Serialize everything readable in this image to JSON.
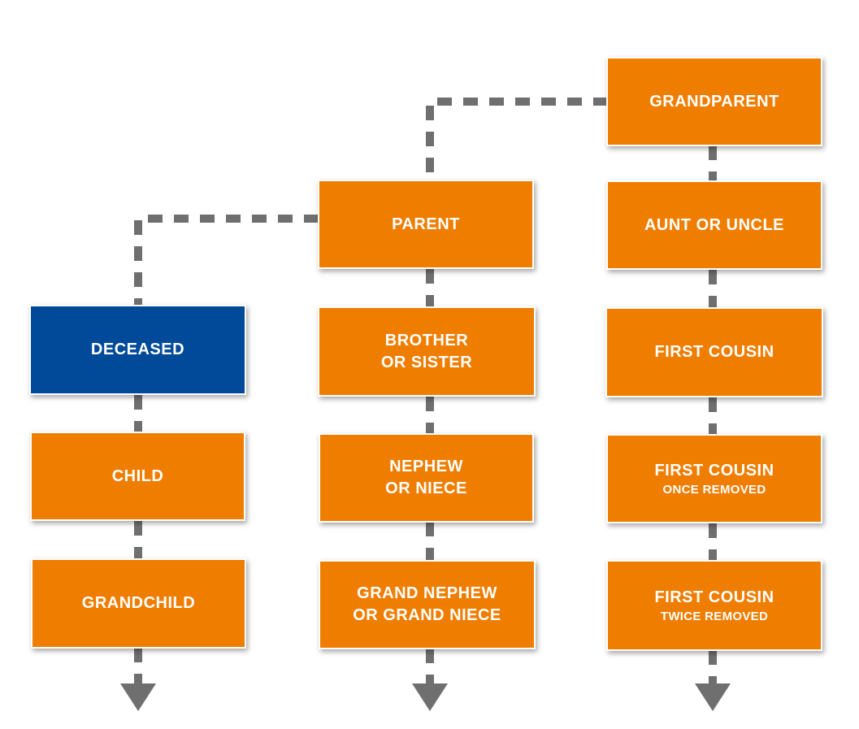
{
  "colors": {
    "box_fill": "#ef7d00",
    "highlight_fill": "#004a99",
    "connector": "#6f6f6f",
    "text": "#ffffff"
  },
  "boxes": {
    "grandparent": {
      "line1": "GRANDPARENT"
    },
    "parent": {
      "line1": "PARENT"
    },
    "aunt_or_uncle": {
      "line1": "AUNT OR UNCLE"
    },
    "deceased": {
      "line1": "DECEASED"
    },
    "brother_or_sister": {
      "line1": "BROTHER",
      "line2": "OR SISTER"
    },
    "first_cousin": {
      "line1": "FIRST COUSIN"
    },
    "child": {
      "line1": "CHILD"
    },
    "nephew_or_niece": {
      "line1": "NEPHEW",
      "line2": "OR NIECE"
    },
    "first_cousin_once_removed": {
      "line1": "FIRST COUSIN",
      "sub": "ONCE REMOVED"
    },
    "grandchild": {
      "line1": "GRANDCHILD"
    },
    "grand_nephew_or_grand_niece": {
      "line1": "GRAND NEPHEW",
      "line2": "OR GRAND NIECE"
    },
    "first_cousin_twice_removed": {
      "line1": "FIRST COUSIN",
      "sub": "TWICE REMOVED"
    }
  }
}
